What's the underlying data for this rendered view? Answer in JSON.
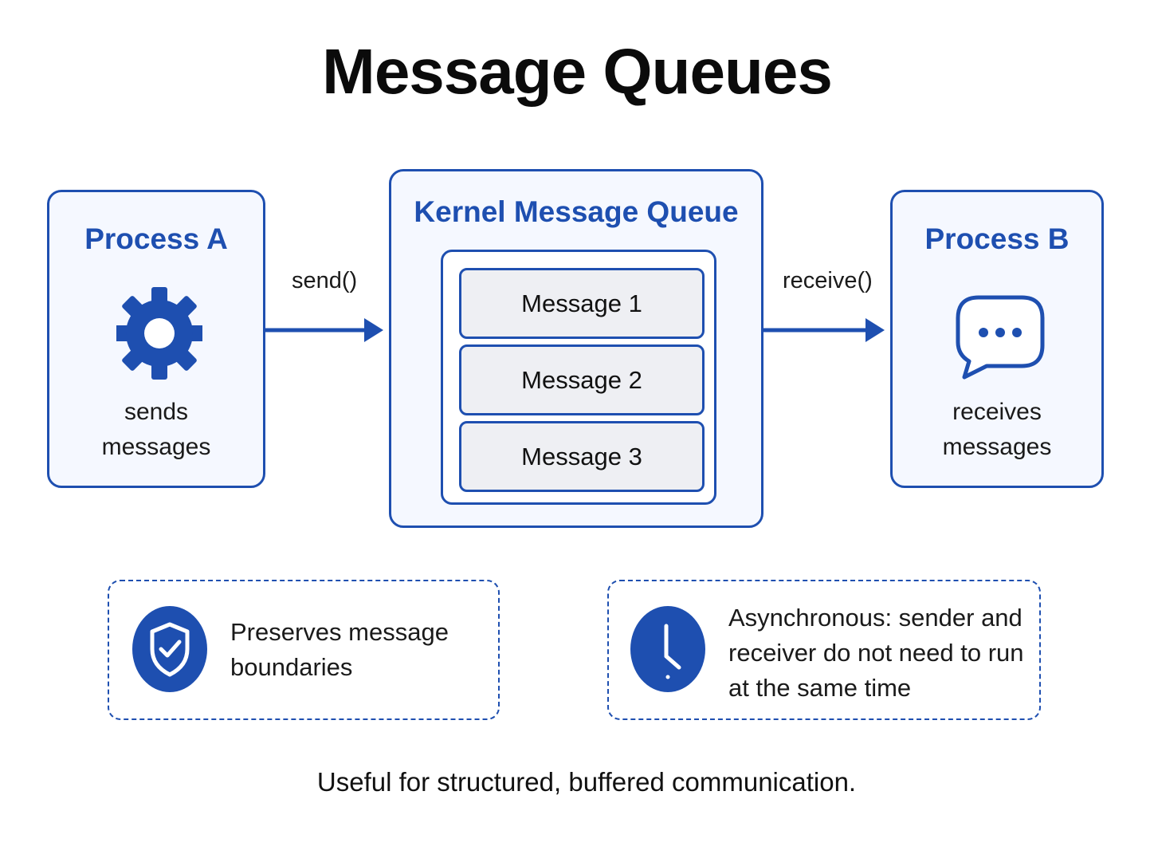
{
  "title": "Message Queues",
  "colors": {
    "accent": "#1e4fb0",
    "message_fill": "#eeeff3"
  },
  "process_a": {
    "title": "Process A",
    "icon": "gear-icon",
    "desc_line1": "sends",
    "desc_line2": "messages"
  },
  "send_label": "send()",
  "queue": {
    "title": "Kernel Message Queue",
    "messages": [
      "Message 1",
      "Message 2",
      "Message 3"
    ]
  },
  "receive_label": "receive()",
  "process_b": {
    "title": "Process B",
    "icon": "chat-bubble-icon",
    "desc_line1": "receives",
    "desc_line2": "messages"
  },
  "notes": [
    {
      "icon": "shield-check-icon",
      "lines": [
        "Preserves message",
        "boundaries"
      ]
    },
    {
      "icon": "clock-icon",
      "lines": [
        "Asynchronous: sender and",
        "receiver do not need to run",
        "at the same time"
      ]
    }
  ],
  "footer": "Useful for structured, buffered communication."
}
